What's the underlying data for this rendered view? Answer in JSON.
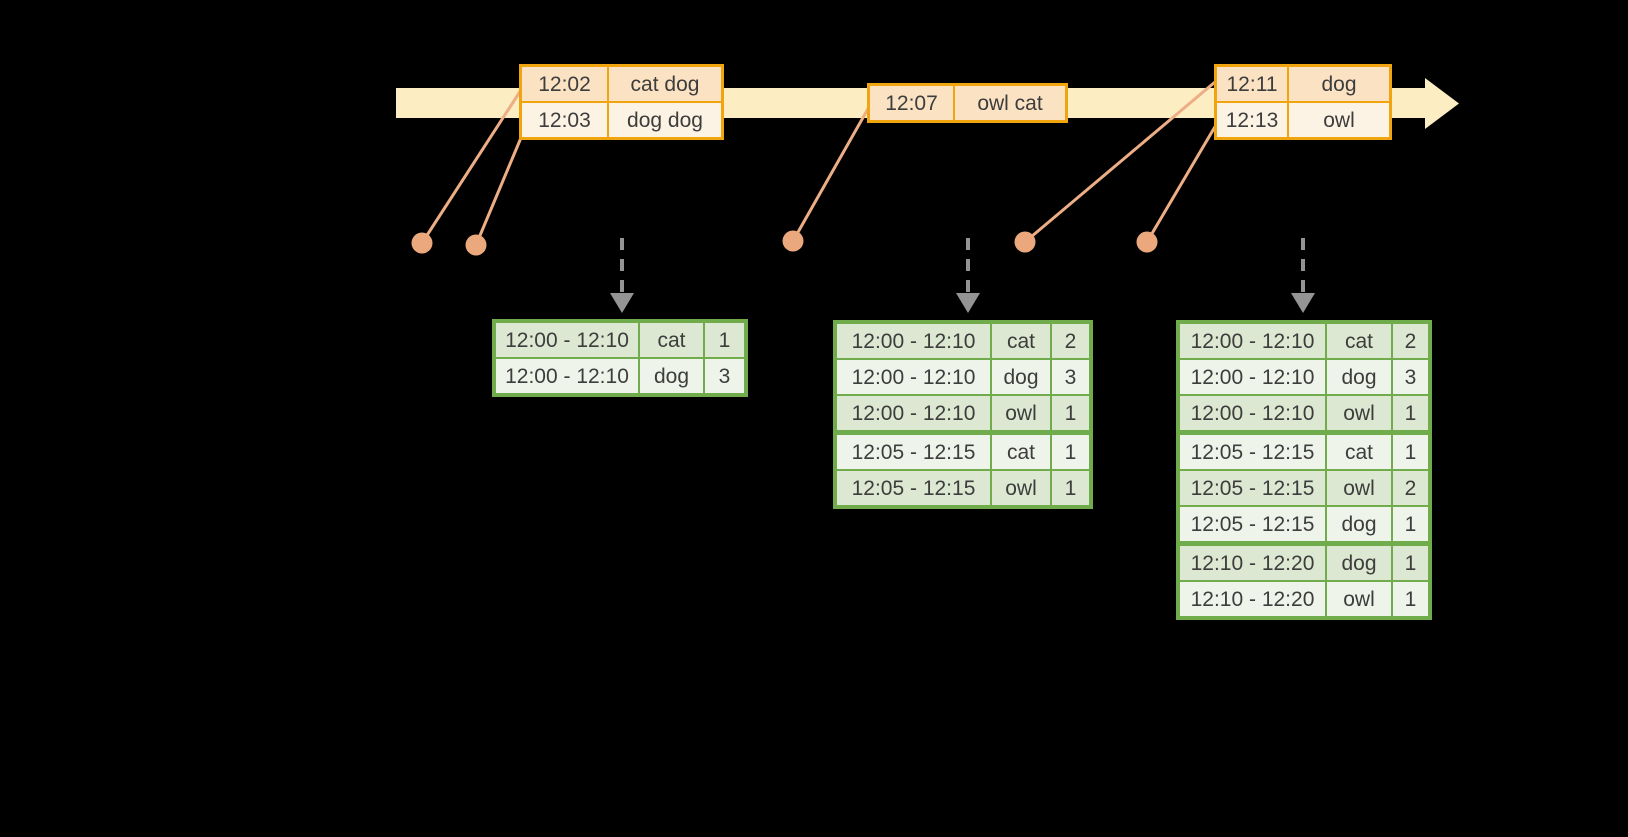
{
  "colors": {
    "background": "#000000",
    "timeline_fill": "#fcedc3",
    "event_border": "#f0a50f",
    "event_row_dark": "#fae2c3",
    "event_row_light": "#fdf3e4",
    "connector": "#eeae85",
    "dot": "#eba87d",
    "trigger_arrow": "#949494",
    "result_border": "#70ac4c",
    "result_row_dark": "#dce8d1",
    "result_row_light": "#eff4ea",
    "text": "#3d3d3d"
  },
  "timeline": {
    "event_tables": [
      {
        "rows": [
          {
            "time": "12:02",
            "words": "cat dog"
          },
          {
            "time": "12:03",
            "words": "dog dog"
          }
        ]
      },
      {
        "rows": [
          {
            "time": "12:07",
            "words": "owl cat"
          }
        ]
      },
      {
        "rows": [
          {
            "time": "12:11",
            "words": "dog"
          },
          {
            "time": "12:13",
            "words": "owl"
          }
        ]
      }
    ]
  },
  "result_tables": [
    {
      "group_starts": [],
      "rows": [
        {
          "window": "12:00 - 12:10",
          "word": "cat",
          "count": "1"
        },
        {
          "window": "12:00 - 12:10",
          "word": "dog",
          "count": "3"
        }
      ]
    },
    {
      "group_starts": [
        3
      ],
      "rows": [
        {
          "window": "12:00 - 12:10",
          "word": "cat",
          "count": "2"
        },
        {
          "window": "12:00 - 12:10",
          "word": "dog",
          "count": "3"
        },
        {
          "window": "12:00 - 12:10",
          "word": "owl",
          "count": "1"
        },
        {
          "window": "12:05 - 12:15",
          "word": "cat",
          "count": "1"
        },
        {
          "window": "12:05 - 12:15",
          "word": "owl",
          "count": "1"
        }
      ]
    },
    {
      "group_starts": [
        3,
        6
      ],
      "rows": [
        {
          "window": "12:00 - 12:10",
          "word": "cat",
          "count": "2"
        },
        {
          "window": "12:00 - 12:10",
          "word": "dog",
          "count": "3"
        },
        {
          "window": "12:00 - 12:10",
          "word": "owl",
          "count": "1"
        },
        {
          "window": "12:05 - 12:15",
          "word": "cat",
          "count": "1"
        },
        {
          "window": "12:05 - 12:15",
          "word": "owl",
          "count": "2"
        },
        {
          "window": "12:05 - 12:15",
          "word": "dog",
          "count": "1"
        },
        {
          "window": "12:10 - 12:20",
          "word": "dog",
          "count": "1"
        },
        {
          "window": "12:10 - 12:20",
          "word": "owl",
          "count": "1"
        }
      ]
    }
  ]
}
